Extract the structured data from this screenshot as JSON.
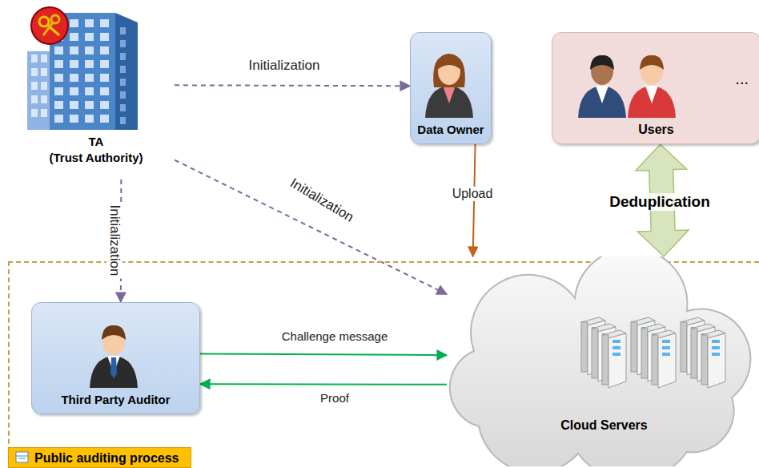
{
  "diagram": {
    "nodes": [
      {
        "text": [
          "TA",
          "(Trust Authority)"
        ]
      },
      {
        "text": [
          "Data Owner"
        ]
      },
      {
        "text": [
          "...",
          "Users"
        ]
      },
      {
        "text": [
          "Public auditing process"
        ]
      },
      {
        "text": [
          "Third Party Auditor"
        ],
        "in": 3
      },
      {
        "text": [
          "Cloud Servers"
        ],
        "in": 3
      }
    ],
    "edges": [
      {
        "from": 0,
        "to": 1,
        "label": "Initialization",
        "arrow": "to"
      },
      {
        "from": 0,
        "to": 5,
        "label": "Initialization",
        "arrow": "to"
      },
      {
        "from": 0,
        "to": 4,
        "label": "Initialization",
        "arrow": "to"
      },
      {
        "from": 1,
        "to": 5,
        "label": "Upload",
        "arrow": "to"
      },
      {
        "from": 2,
        "to": 5,
        "label": "Deduplication",
        "arrow": "both"
      },
      {
        "from": 4,
        "to": 5,
        "label": "Challenge message",
        "arrow": "to"
      },
      {
        "from": 5,
        "to": 4,
        "label": "Proof",
        "arrow": "to"
      }
    ]
  }
}
